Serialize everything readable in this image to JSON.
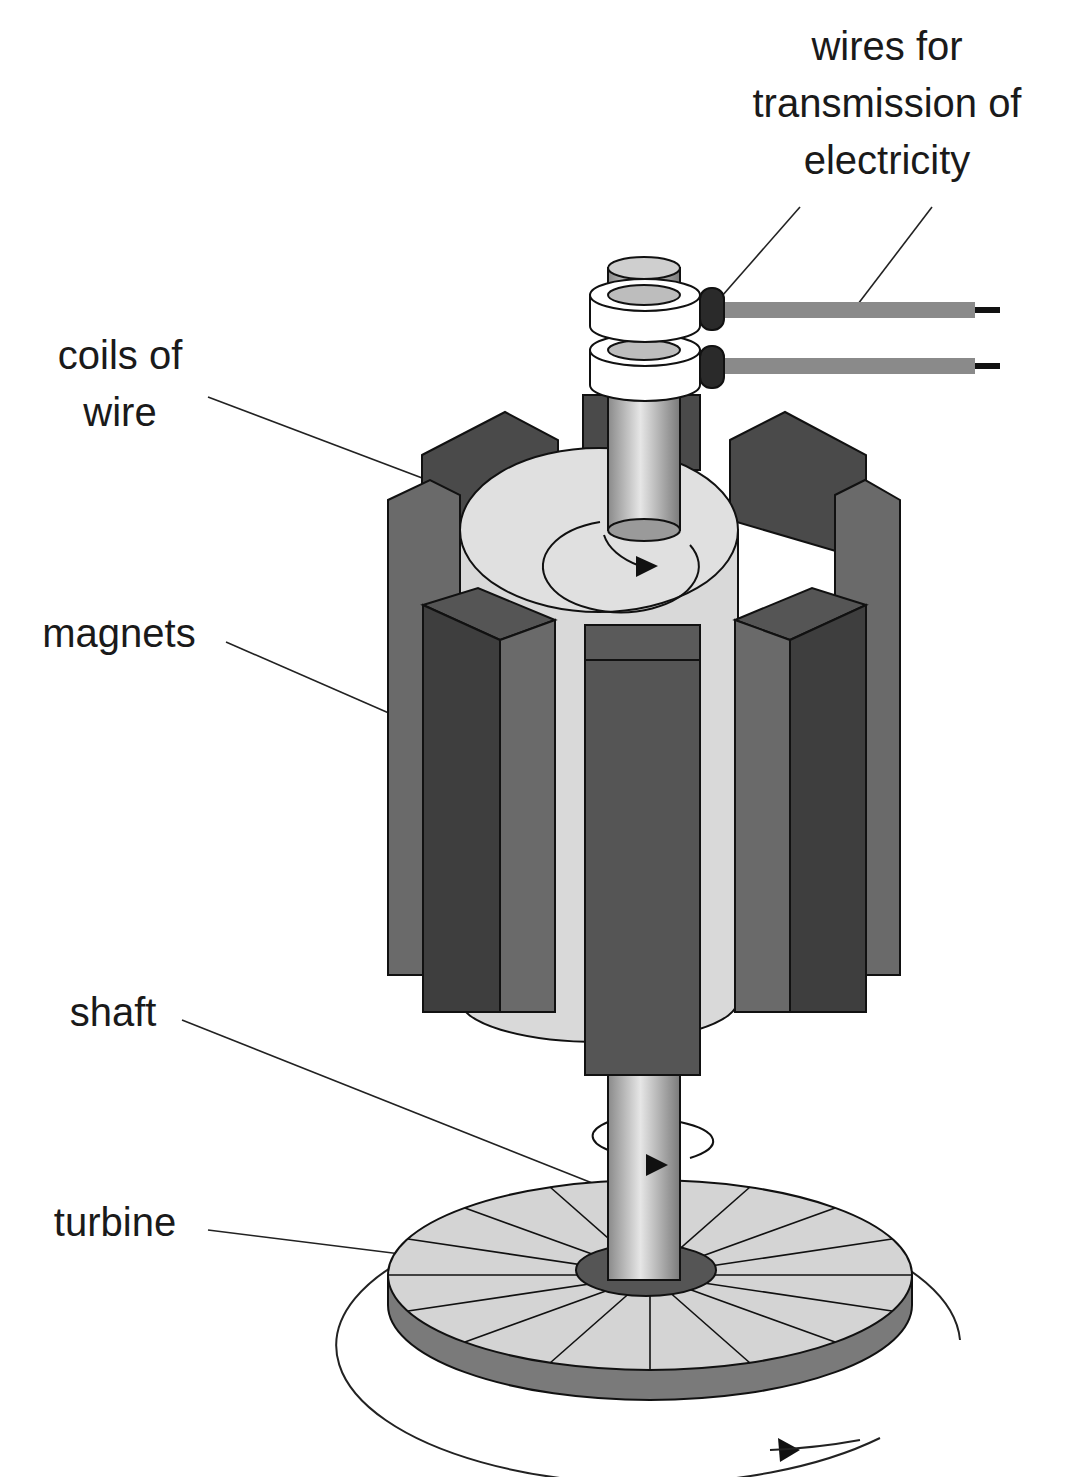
{
  "diagram": {
    "labels": [
      "wires for transmission of electricity",
      "coils of wire",
      "magnets",
      "shaft",
      "turbine"
    ]
  }
}
